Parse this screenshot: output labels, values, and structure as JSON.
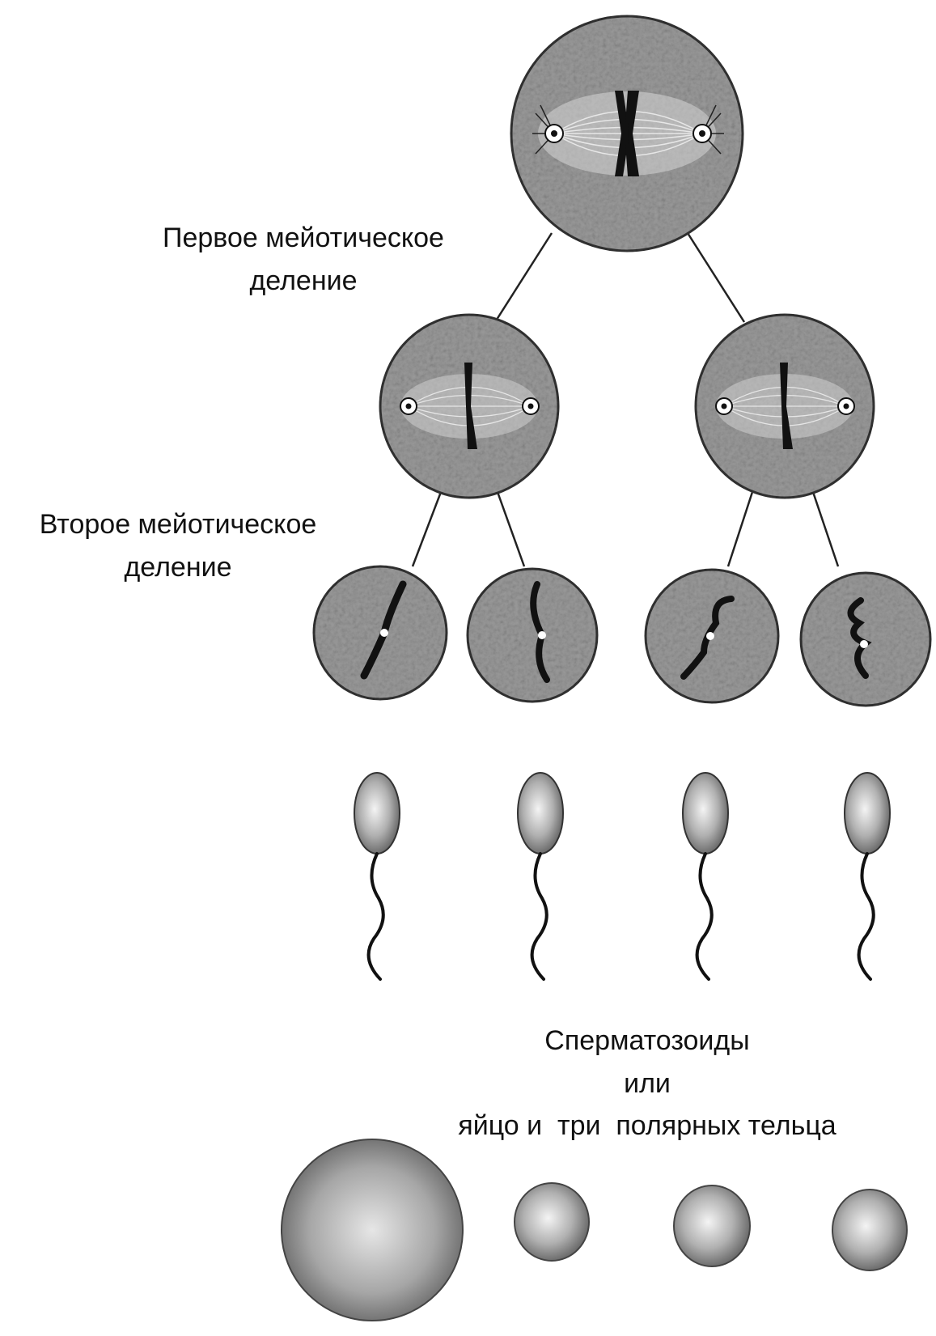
{
  "labels": {
    "first_division": "Первое мейотическое\nделение",
    "second_division": "Второе мейотическое\nделение",
    "sperm_line": "Сперматозоиды",
    "or_line": "или",
    "egg_line": "яйцо и  три  полярных тельца"
  },
  "colors": {
    "cell_fill": "#9a9a9a",
    "cell_stroke": "#3a3a3a",
    "chromosome": "#111111",
    "gamete_light": "#f2f2f2",
    "gamete_dark": "#6a6a6a"
  }
}
